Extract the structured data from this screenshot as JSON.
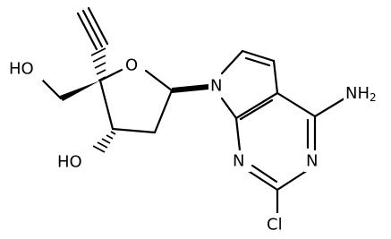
{
  "molecule": {
    "atoms": {
      "ring_oxygen": "O",
      "hydroxymethyl_oh": "HO",
      "hydroxyl_3": "HO",
      "n7": "N",
      "n1": "N",
      "n3": "N",
      "amine": "NH",
      "amine_subscript": "2",
      "chlorine": "Cl"
    }
  }
}
